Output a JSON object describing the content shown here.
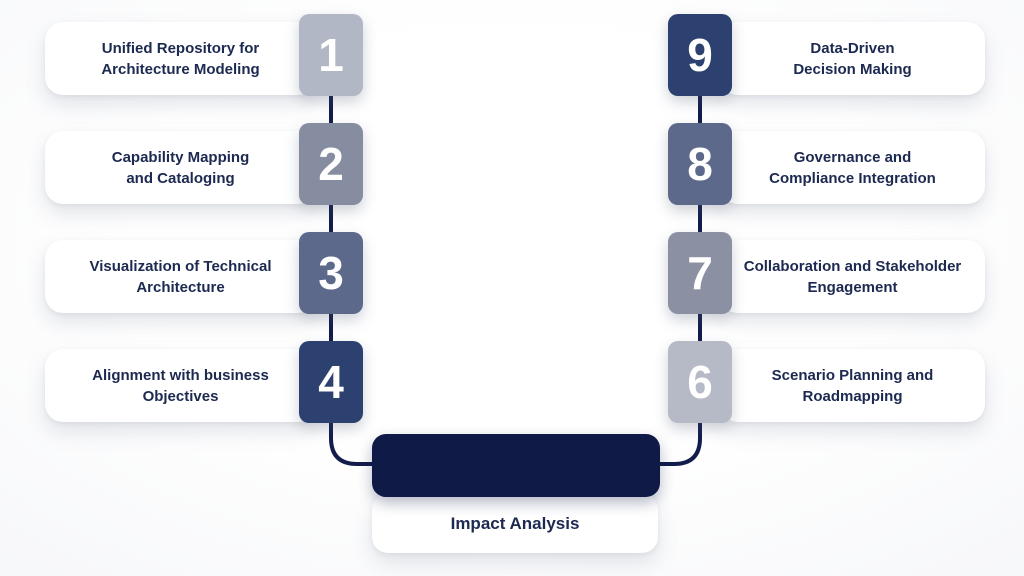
{
  "palette": {
    "connector": "#131c4a",
    "center_bar": "#101a47",
    "card_background": "#ffffff",
    "text": "#1c2950",
    "number_text": "#ffffff"
  },
  "left_items": [
    {
      "number": "1",
      "lines": [
        "Unified Repository for",
        "Architecture Modeling"
      ],
      "box_color": "#b2b7c5"
    },
    {
      "number": "2",
      "lines": [
        "Capability Mapping",
        "and Cataloging"
      ],
      "box_color": "#878da0"
    },
    {
      "number": "3",
      "lines": [
        "Visualization of Technical",
        "Architecture"
      ],
      "box_color": "#5c698b"
    },
    {
      "number": "4",
      "lines": [
        "Alignment with business",
        "Objectives"
      ],
      "box_color": "#2c416f"
    }
  ],
  "right_items": [
    {
      "number": "9",
      "lines": [
        "Data-Driven",
        "Decision Making"
      ],
      "box_color": "#2c416f"
    },
    {
      "number": "8",
      "lines": [
        "Governance and",
        "Compliance Integration"
      ],
      "box_color": "#5c698b"
    },
    {
      "number": "7",
      "lines": [
        "Collaboration and Stakeholder",
        "Engagement"
      ],
      "box_color": "#8b90a2"
    },
    {
      "number": "6",
      "lines": [
        "Scenario Planning and",
        "Roadmapping"
      ],
      "box_color": "#b6bac6"
    }
  ],
  "center": {
    "label": "Impact Analysis"
  }
}
